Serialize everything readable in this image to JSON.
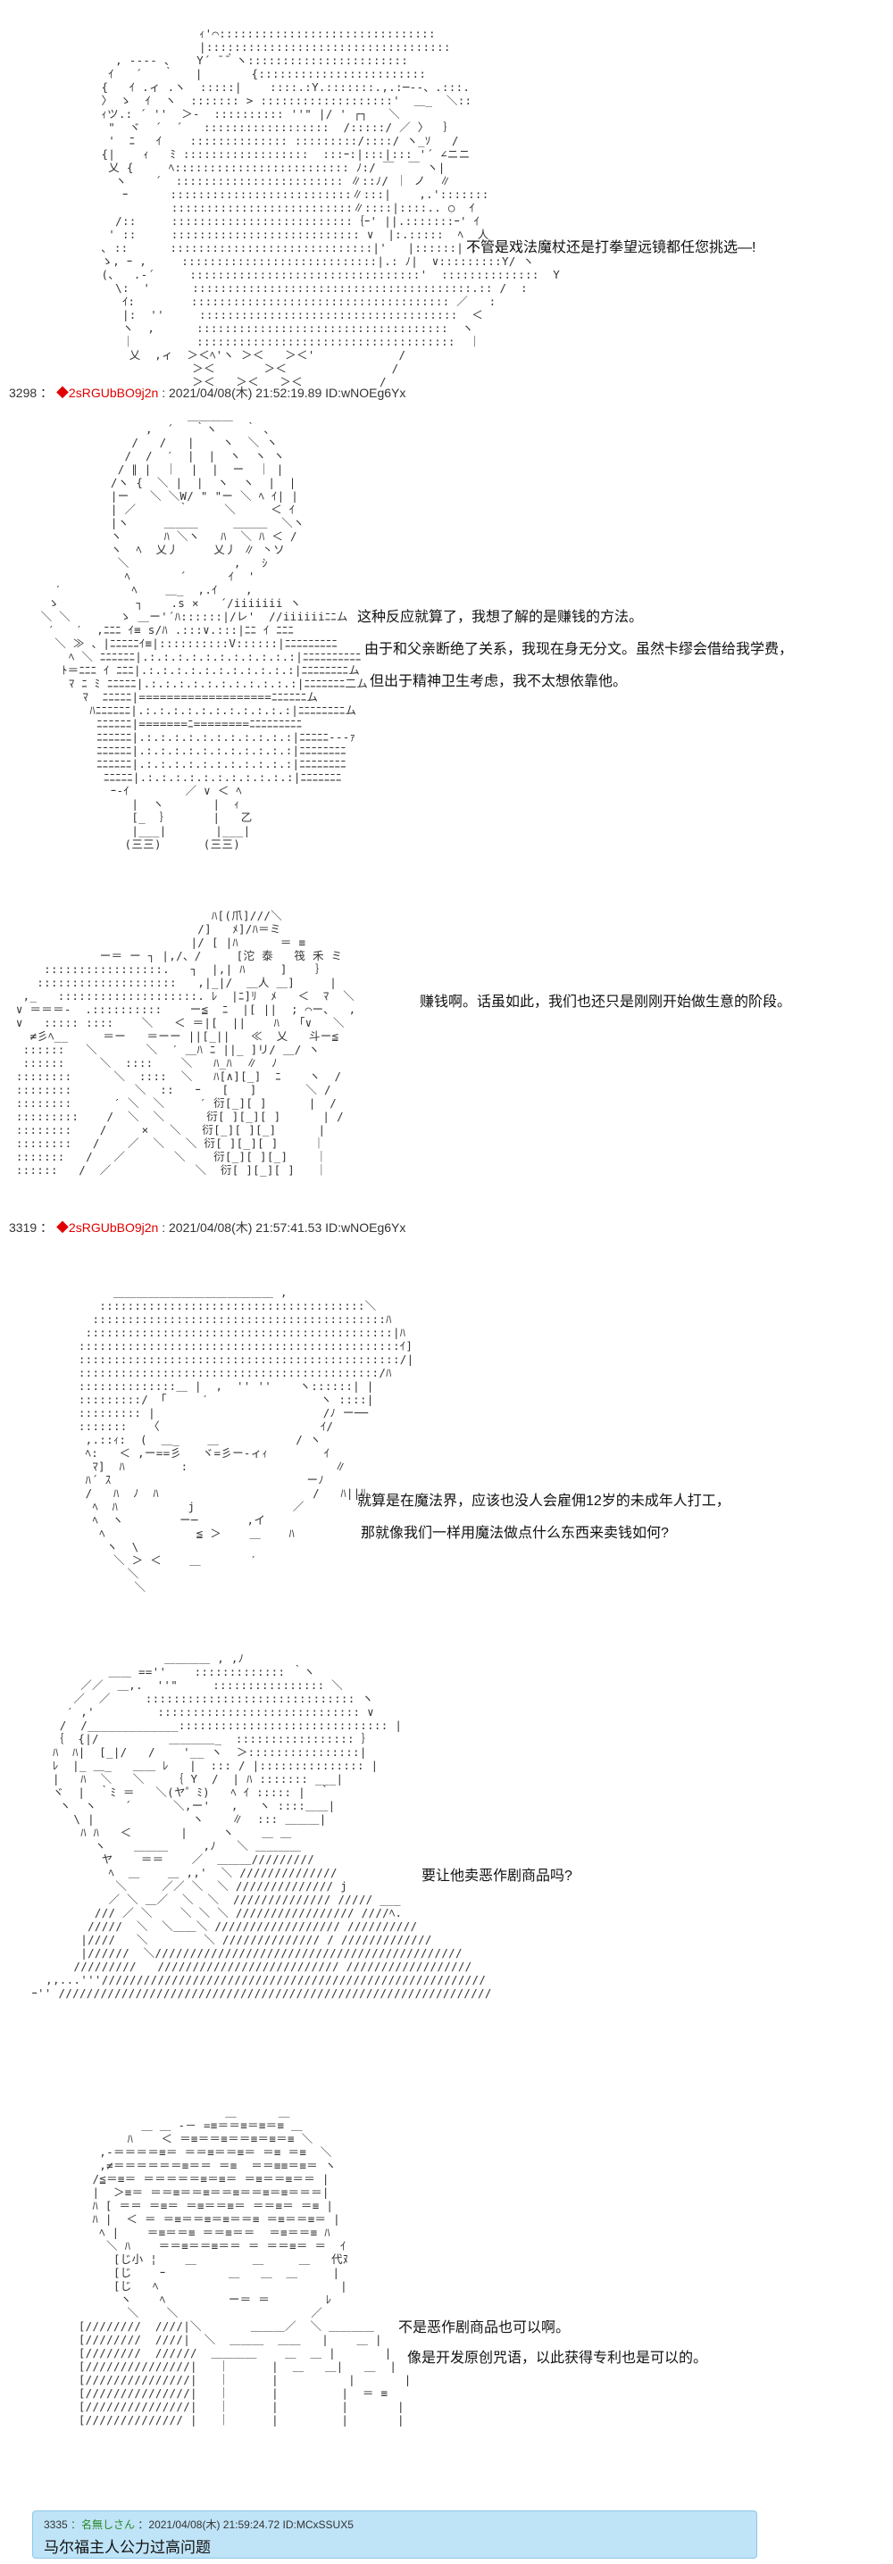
{
  "posts": [
    {
      "number": "3298",
      "name": "◆2sRGUbBO9j2n",
      "meta": ": 2021/04/08(木) 21:52:19.89 ID:wNOEg6Yx"
    },
    {
      "number": "3319",
      "name": "◆2sRGUbBO9j2n",
      "meta": ": 2021/04/08(木) 21:57:41.53 ID:wNOEg6Yx"
    }
  ],
  "dialogue": {
    "line1": "不管是戏法魔杖还是打拳望远镜都任您挑选—!",
    "line2a": "这种反应就算了，我想了解的是赚钱的方法。",
    "line2b": "由于和父亲断绝了关系，我现在身无分文。虽然卡缪会借给我学费，",
    "line2c": "但出于精神卫生考虑，我不太想依靠他。",
    "line3": "赚钱啊。话虽如此，我们也还只是刚刚开始做生意的阶段。",
    "line4a": "就算是在魔法界，应该也没人会雇佣12岁的未成年人打工，",
    "line4b": "那就像我们一样用魔法做点什么东西来卖钱如何?",
    "line5": "要让他卖恶作剧商品吗?",
    "line6a": "不是恶作剧商品也可以啊。",
    "line6b": "像是开发原创咒语，以此获得专利也是可以的。"
  },
  "reply": {
    "number": "3335",
    "name": "：名無しさん",
    "meta": "：2021/04/08(木) 21:59:24.72 ID:MCxSSUX5",
    "text": "马尔福主人公力过高问题"
  }
}
